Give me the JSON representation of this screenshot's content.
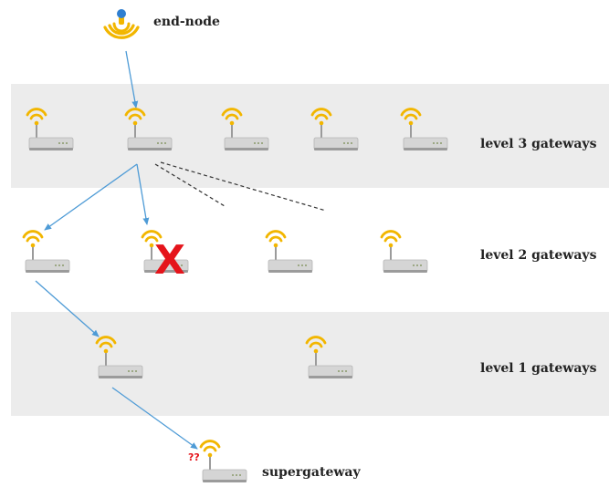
{
  "labels": {
    "end_node": "end-node",
    "level3": "level 3 gateways",
    "level2": "level 2 gateways",
    "level1": "level 1 gateways",
    "supergateway": "supergateway"
  },
  "marks": {
    "failed": "X",
    "unknown": "??"
  },
  "colors": {
    "band": "#ececec",
    "signal": "#f2b600",
    "router_body": "#d5d5d5",
    "router_dark": "#9b9b9b",
    "arrow": "#4e9bd6",
    "dashed": "#333333",
    "failed": "#e5141b",
    "node_dot": "#2f7fd0"
  },
  "icons": {
    "end_node": "wireless-sensor-icon",
    "gateway": "wireless-router-icon"
  }
}
